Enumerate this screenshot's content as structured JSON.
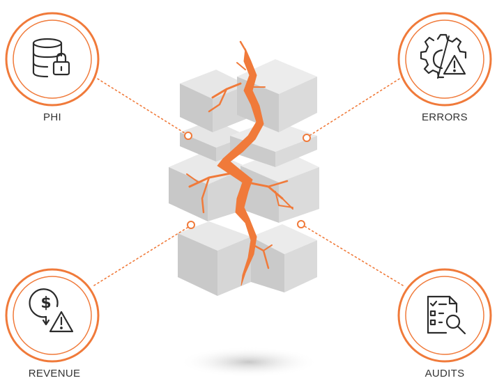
{
  "labels": {
    "phi": "PHI",
    "errors": "ERRORS",
    "revenue": "REVENUE",
    "audits": "AUDITS"
  },
  "icons": {
    "phi": "database-lock-icon",
    "errors": "gear-warning-icon",
    "revenue": "dollar-warning-icon",
    "audits": "checklist-search-icon"
  },
  "colors": {
    "accent": "#f07a3a",
    "block_top": "#e8e8e8",
    "block_left": "#c9c9c9",
    "block_right": "#d8d8d8",
    "text": "#333333",
    "icon_stroke": "#2b2b2b"
  }
}
